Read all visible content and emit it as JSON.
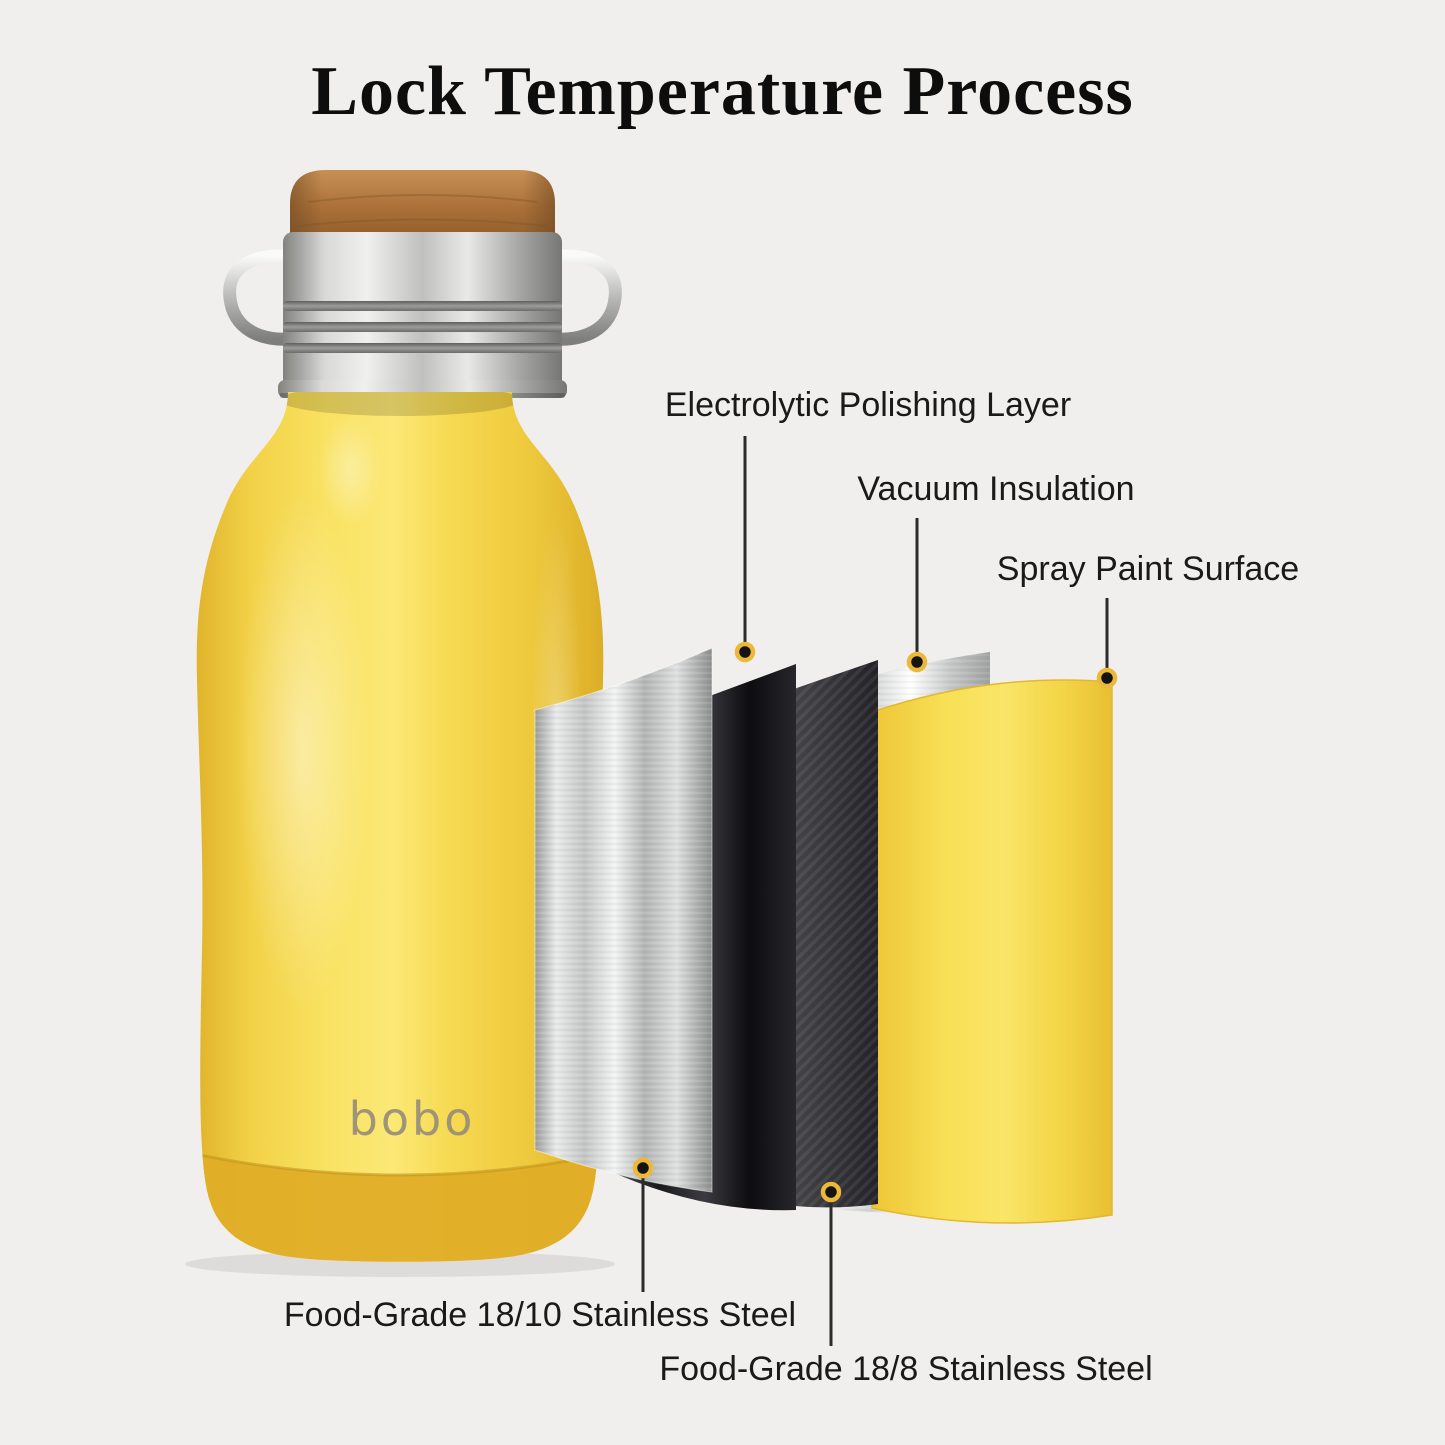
{
  "title": "Lock Temperature Process",
  "brand_logo": "bobo",
  "callouts": {
    "electrolytic_polishing_layer": "Electrolytic Polishing Layer",
    "vacuum_insulation": "Vacuum Insulation",
    "spray_paint_surface": "Spray Paint Surface",
    "food_grade_18_10": "Food-Grade 18/10 Stainless Steel",
    "food_grade_18_8": "Food-Grade 18/8 Stainless Steel"
  },
  "colors": {
    "background": "#f0efed",
    "title_text": "#0d0d0d",
    "label_text": "#1a1a1a",
    "bottle_yellow": "#f6d844",
    "bottle_base_yellow": "#e0ad27",
    "cap_wood": "#ab763f",
    "stainless": "#c9c9c7",
    "dark_layer": "#141417",
    "marker_ring": "#ecb83a",
    "marker_dot": "#141414"
  }
}
